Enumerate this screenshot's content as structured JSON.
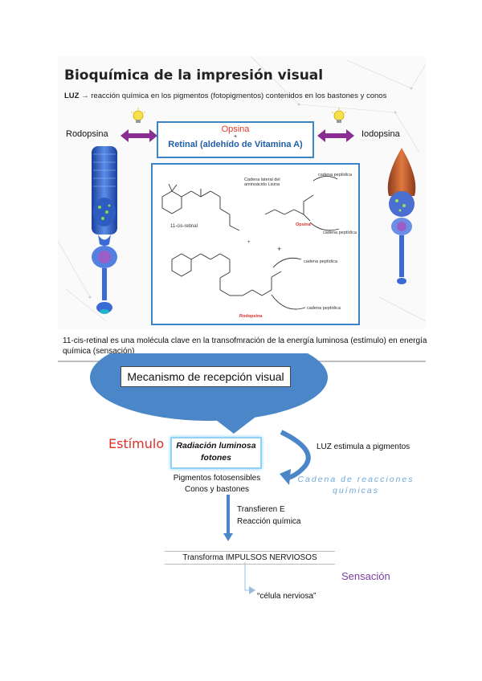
{
  "top": {
    "title": "Bioquímica de la impresión visual",
    "luz_bold": "LUZ",
    "luz_text": "→ reacción química en los pigmentos (fotopigmentos) contenidos en los bastones y conos",
    "rodopsina": "Rodopsina",
    "iodopsina": "Iodopsina",
    "opsina": "Opsina",
    "plus": "+",
    "retinal": "Retinal (aldehído de Vitamina A)",
    "chem": {
      "cis_retinal": "11-cis-retinal",
      "cadena_lateral": "Cadena lateral del aminoácido Lisina",
      "opsina_label": "Opsina",
      "cadena_peptidica": "cadena peptídica",
      "rodopsina_label": "Rodopsina"
    }
  },
  "caption": "11-cis-retinal es una molécula clave en la transofmración de la energía luminosa (estímulo) en energía química (sensación)",
  "bottom": {
    "mech_title": "Mecanismo de recepción visual",
    "estimulo": "Estímulo",
    "radiacion_1": "Radiación luminosa",
    "radiacion_2": "fotones",
    "luz_estimula": "LUZ estimula a pigmentos",
    "cadena_1": "Cadena de reacciones",
    "cadena_2": "químicas",
    "pigmentos_1": "Pigmentos fotosensibles",
    "pigmentos_2": "Conos y bastones",
    "transfieren_1": "Transfieren E",
    "transfieren_2": "Reacción química",
    "transforma": "Transforma IMPULSOS NERVIOSOS",
    "sensacion": "Sensación",
    "celula": "“célula nerviosa”"
  },
  "colors": {
    "red": "#e0302a",
    "blue": "#3a84c9",
    "purple": "#8a2e91",
    "arrow_blue": "#4a86c8"
  }
}
